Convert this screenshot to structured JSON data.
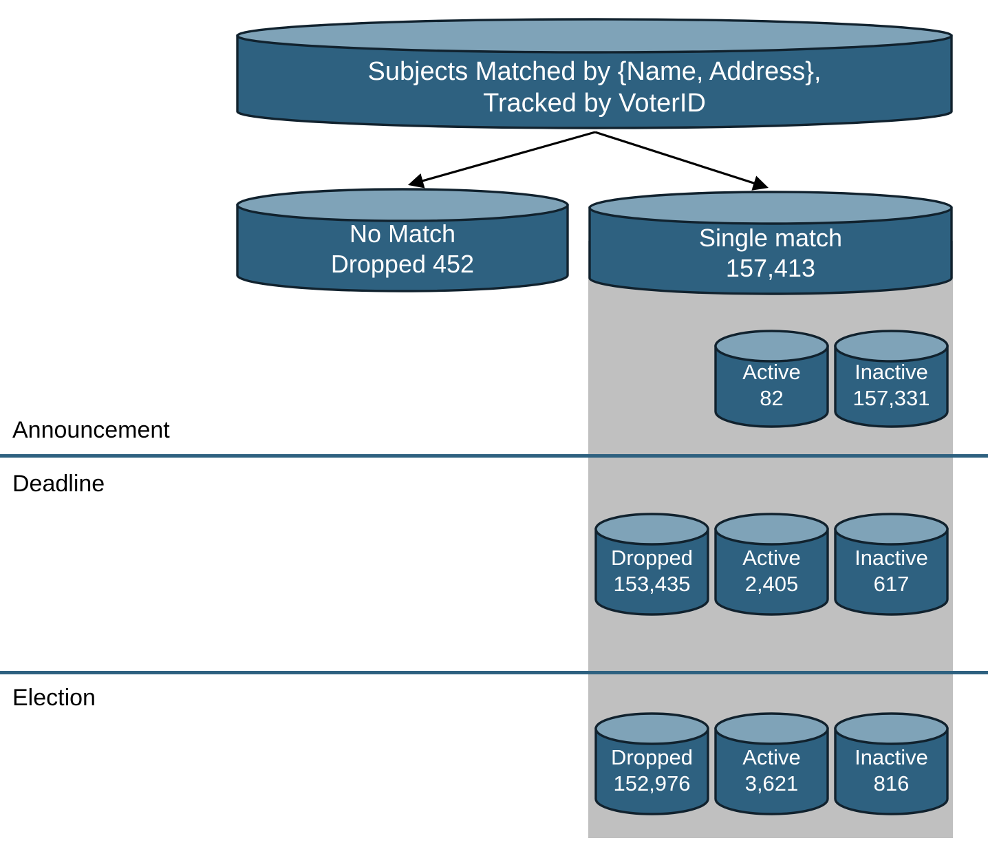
{
  "diagram": {
    "title_node": {
      "line1": "Subjects Matched by {Name, Address},",
      "line2": "Tracked by VoterID"
    },
    "branches": [
      {
        "name": "no-match",
        "line1": "No Match",
        "line2": "Dropped  452"
      },
      {
        "name": "single-match",
        "line1": "Single match",
        "line2": "157,413"
      }
    ],
    "phases": [
      {
        "label": "Announcement",
        "nodes": [
          {
            "name": "active",
            "line1": "Active",
            "line2": "82"
          },
          {
            "name": "inactive",
            "line1": "Inactive",
            "line2": "157,331"
          }
        ]
      },
      {
        "label": "Deadline",
        "nodes": [
          {
            "name": "dropped",
            "line1": "Dropped",
            "line2": "153,435"
          },
          {
            "name": "active",
            "line1": "Active",
            "line2": "2,405"
          },
          {
            "name": "inactive",
            "line1": "Inactive",
            "line2": "617"
          }
        ]
      },
      {
        "label": "Election",
        "nodes": [
          {
            "name": "dropped",
            "line1": "Dropped",
            "line2": "152,976"
          },
          {
            "name": "active",
            "line1": "Active",
            "line2": "3,621"
          },
          {
            "name": "inactive",
            "line1": "Inactive",
            "line2": "816"
          }
        ]
      }
    ],
    "colors": {
      "cylinder_body": "#2e6180",
      "cylinder_top": "#7fa3b8",
      "cylinder_outline": "#11222e",
      "divider": "#2e6180",
      "band": "#c0c0c0",
      "label_text": "#000000",
      "node_text": "#ffffff",
      "arrow": "#000000"
    }
  }
}
